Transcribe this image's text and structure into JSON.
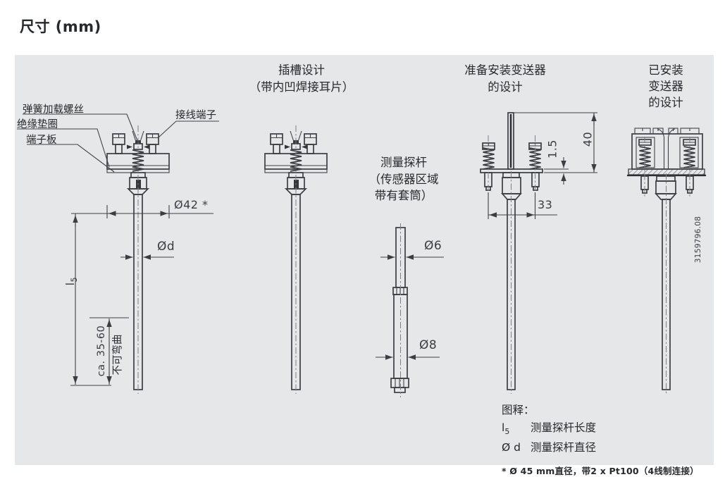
{
  "page": {
    "title": "尺寸 (mm)"
  },
  "figure": {
    "code": "3159796.08",
    "panel_bg": "#e6e7e9",
    "line_color": "#3b3e43"
  },
  "probe_basic": {
    "labels": {
      "spring_screw": "弹簧加载螺丝",
      "insulation_washer": "绝缘垫圈",
      "terminal_board": "端子板",
      "wire_terminal": "接线端子"
    },
    "dims": {
      "head_dia": "Ø42 *",
      "probe_dia": "Ød",
      "probe_len_main": "l",
      "probe_len_sub": "5",
      "bend_zone": "ca. 35-60",
      "no_bend": "不可弯曲"
    }
  },
  "probe_slot": {
    "title_line1": "插槽设计",
    "title_line2": "（带内凹焊接耳片）"
  },
  "probe_insert": {
    "title_line1": "测量探杆",
    "title_line2": "（传感器区域",
    "title_line3": "带有套筒）",
    "dims": {
      "tip_dia": "Ø6",
      "body_dia": "Ø8"
    }
  },
  "probe_prepared": {
    "title_line1": "准备安装变送器",
    "title_line2": "的设计",
    "dims": {
      "plate_thickness": "1.5",
      "wire_length": "40",
      "screw_spacing": "33"
    }
  },
  "probe_transmitter": {
    "title_line1": "已安装",
    "title_line2": "变送器",
    "title_line3": "的设计"
  },
  "legend": {
    "heading": "图释：",
    "items": [
      {
        "symbol_main": "l",
        "symbol_sub": "5",
        "text": "测量探杆长度"
      },
      {
        "symbol_main": "Ø d",
        "symbol_sub": "",
        "text": "测量探杆直径"
      }
    ],
    "footnote": "* Ø 45 mm直径，带2 x Pt100（4线制连接）"
  }
}
